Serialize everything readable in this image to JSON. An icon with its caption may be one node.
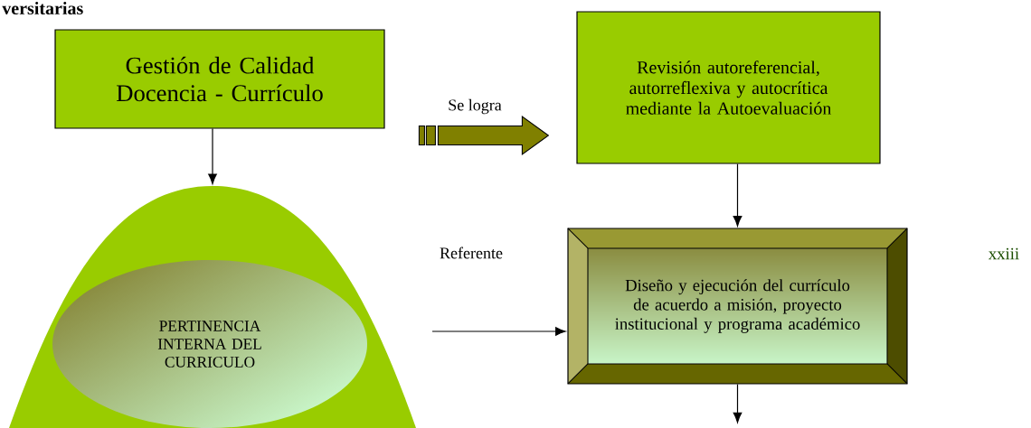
{
  "diagram": {
    "title": "versitarias",
    "nodes": [
      {
        "text": [
          "Gestión de Calidad Docencia - Currículo"
        ]
      },
      {
        "text": [],
        "shape": "dome"
      },
      {
        "text": [
          "PERTINENCIA INTERNA DEL CURRICULO"
        ],
        "in": 1
      },
      {
        "text": [
          "Revisión autoreferencial, autorreflexiva y autocrítica mediante la Autoevaluación"
        ]
      },
      {
        "text": [
          "Diseño y ejecución del currículo de acuerdo a misión, proyecto institucional y programa académico"
        ]
      }
    ],
    "edges": [
      {
        "from": 0,
        "to": 1,
        "arrow": "to"
      },
      {
        "from": null,
        "to": 3,
        "arrow": "to",
        "label": "Se logra",
        "style": "thick",
        "color": "#808000"
      },
      {
        "from": 3,
        "to": 4,
        "arrow": "to"
      },
      {
        "from": null,
        "to": 4,
        "arrow": "to",
        "label": "Referente"
      },
      {
        "from": 4,
        "to": null,
        "arrow": "to"
      }
    ],
    "labels": [
      "xxiii"
    ]
  }
}
